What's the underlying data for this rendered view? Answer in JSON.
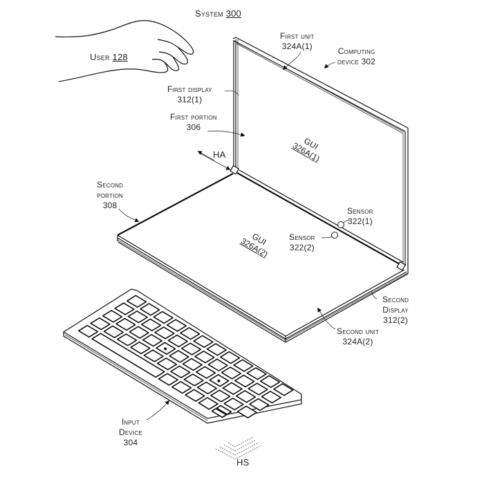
{
  "figure": {
    "title": "System",
    "title_ref": "300"
  },
  "labels": {
    "user": {
      "text": "User",
      "ref": "128"
    },
    "first_unit": {
      "line1": "First unit",
      "line2": "324A(1)"
    },
    "computing_device": {
      "line1": "Computing",
      "line2": "device 302"
    },
    "first_display": {
      "line1": "First display",
      "line2": "312(1)"
    },
    "first_portion": {
      "line1": "First portion",
      "line2": "306"
    },
    "hinge_axis": "HA",
    "second_portion": {
      "line1": "Second",
      "line2": "portion",
      "line3": "308"
    },
    "gui_1": {
      "line1": "GUI",
      "line2": "326A(1)"
    },
    "gui_2": {
      "line1": "GUI",
      "line2": "326A(2)"
    },
    "sensor_1": {
      "line1": "Sensor",
      "line2": "322(1)"
    },
    "sensor_2": {
      "line1": "Sensor",
      "line2": "322(2)"
    },
    "second_display": {
      "line1": "Second",
      "line2": "Display",
      "line3": "312(2)"
    },
    "second_unit": {
      "line1": "Second unit",
      "line2": "324A(2)"
    },
    "input_device": {
      "line1": "Input",
      "line2": "Device",
      "line3": "304"
    },
    "haptic_signal": "HS"
  },
  "colors": {
    "ink": "#111111",
    "background": "#ffffff"
  }
}
